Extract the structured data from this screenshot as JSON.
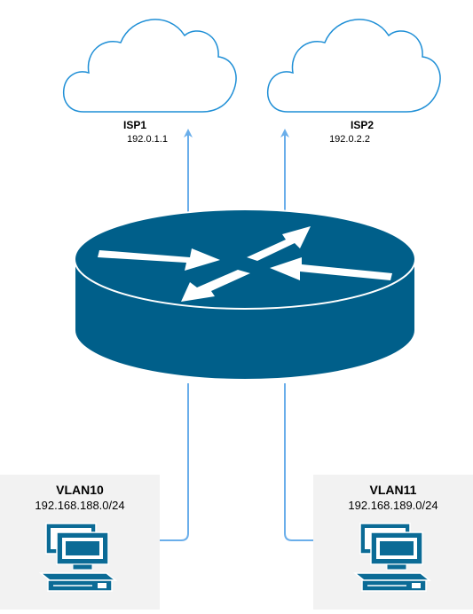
{
  "isps": [
    {
      "name": "ISP1",
      "ip": "192.0.1.1"
    },
    {
      "name": "ISP2",
      "ip": "192.0.2.2"
    }
  ],
  "vlans": [
    {
      "name": "VLAN10",
      "subnet": "192.168.188.0/24"
    },
    {
      "name": "VLAN11",
      "subnet": "192.168.189.0/24"
    }
  ],
  "colors": {
    "router": "#005f8a",
    "router_outline": "#ffffff",
    "link": "#6aaeea",
    "cloud_stroke": "#1f8fd6",
    "vlan_panel": "#f2f2f2",
    "computer": "#0b6b96"
  },
  "icons": {
    "cloud": "cloud-icon",
    "router": "router-icon",
    "computer": "computer-icon"
  }
}
